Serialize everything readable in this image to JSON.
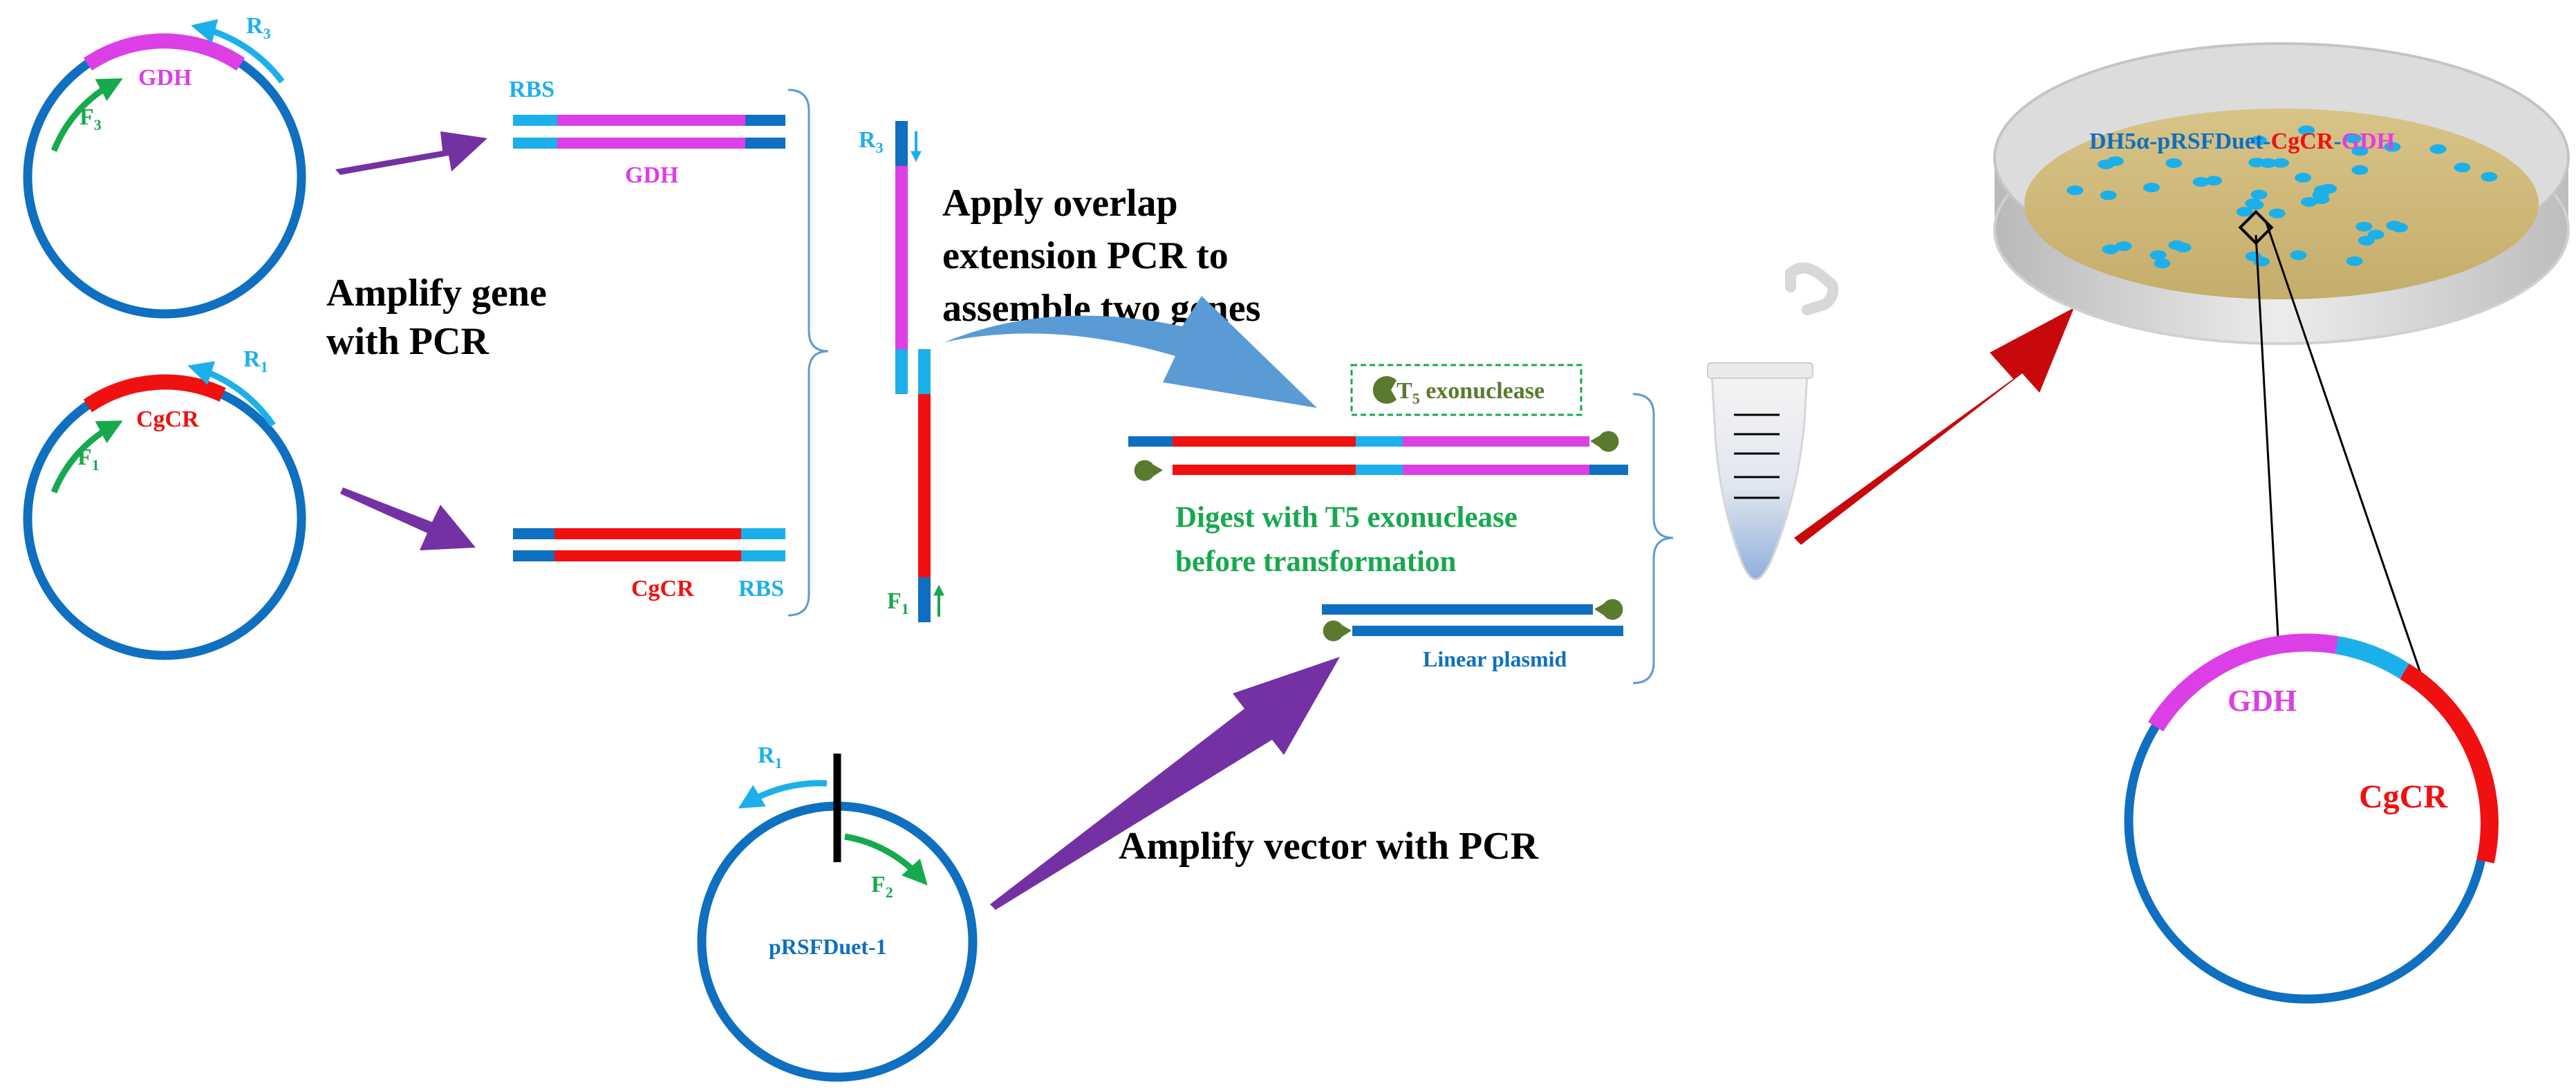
{
  "colors": {
    "blue": "#0f6fc0",
    "light_blue": "#1cb0ea",
    "magenta": "#dc3fe5",
    "red": "#f01010",
    "green": "#16a94e",
    "purple": "#7431a3",
    "dark_red": "#c8090b",
    "arrow_blue": "#5b9bd5",
    "enzyme": "#5a7a2e",
    "black": "#000000"
  },
  "icons": [
    "plasmid",
    "primer-arrow",
    "exonuclease-pacman",
    "microcentrifuge-tube",
    "petri-dish",
    "colony",
    "block-arrow",
    "bracket"
  ],
  "gdh_plasmid": {
    "gene_label": "GDH",
    "reverse_primer": {
      "base": "R",
      "sub": "3"
    },
    "forward_primer": {
      "base": "F",
      "sub": "3"
    }
  },
  "cgcr_plasmid": {
    "gene_label": "CgCR",
    "reverse_primer": {
      "base": "R",
      "sub": "1"
    },
    "forward_primer": {
      "base": "F",
      "sub": "1"
    }
  },
  "vector_plasmid": {
    "name": "pRSFDuet-1",
    "reverse_primer": {
      "base": "R",
      "sub": "1"
    },
    "forward_primer": {
      "base": "F",
      "sub": "2"
    }
  },
  "gdh_fragment": {
    "rbs_label": "RBS",
    "gene_label": "GDH"
  },
  "cgcr_fragment": {
    "gene_label": "CgCR",
    "rbs_label": "RBS"
  },
  "overlap_strand": {
    "top_primer": {
      "base": "R",
      "sub": "3"
    },
    "bottom_primer": {
      "base": "F",
      "sub": "1"
    }
  },
  "steps": {
    "amplify_gene": [
      "Amplify gene",
      "with PCR"
    ],
    "overlap_pcr": [
      "Apply overlap",
      "extension PCR to",
      "assemble two genes"
    ],
    "digest": [
      "Digest with T5 exonuclease",
      "before transformation"
    ],
    "amplify_vector": "Amplify vector with PCR"
  },
  "exonuclease_box": {
    "base": "T",
    "sub": "5",
    "rest": " exonuclease"
  },
  "linear_plasmid_label": "Linear plasmid",
  "strain": {
    "prefix": "DH5α-pRSFDuet-",
    "gene1": "CgCR",
    "sep": "-",
    "gene2": "GDH"
  },
  "final_plasmid": {
    "gene1_label": "GDH",
    "gene2_label": "CgCR"
  }
}
